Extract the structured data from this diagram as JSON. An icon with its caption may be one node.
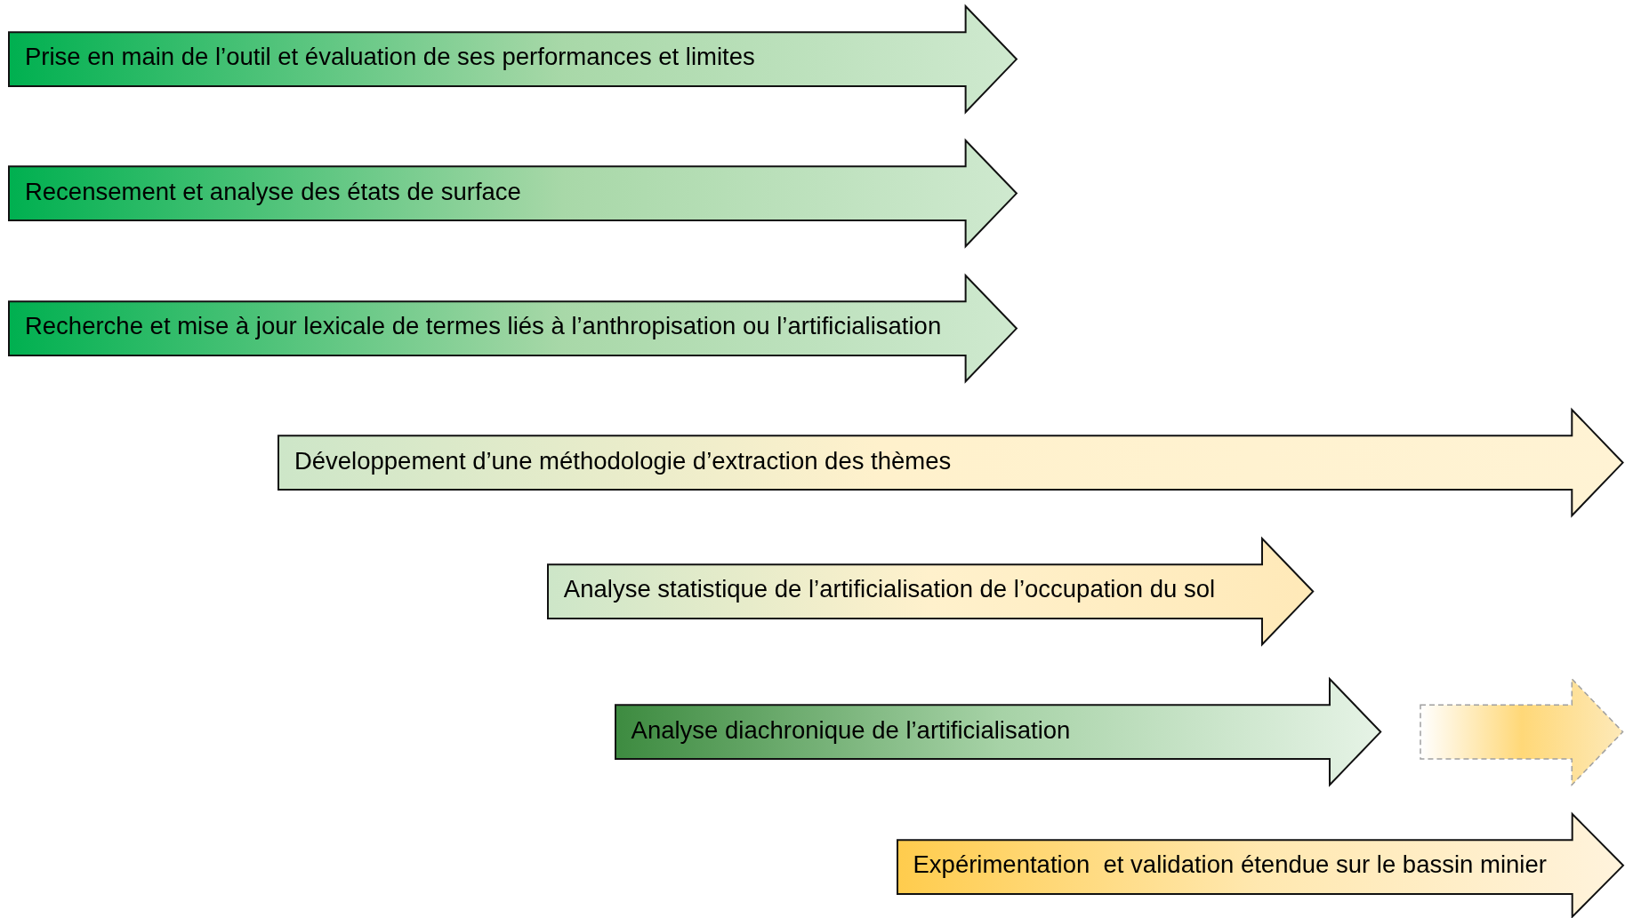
{
  "diagram": {
    "nodes": [
      {
        "text": [
          "Prise en main de l’outil et évaluation de ses performances et limites"
        ]
      },
      {
        "text": [
          "Recensement et analyse des états de surface"
        ]
      },
      {
        "text": [
          "Recherche et mise à jour lexicale de termes liés à l’anthropisation ou l’artificialisation"
        ]
      },
      {
        "text": [
          "Développement d’une méthodologie d’extraction des thèmes"
        ]
      },
      {
        "text": [
          "Analyse statistique de l’artificialisation de l’occupation du sol"
        ]
      },
      {
        "text": [
          "Analyse diachronique de l’artificialisation"
        ]
      },
      {
        "text": [],
        "shape": "arrow"
      },
      {
        "text": [
          "Expérimentation  et validation étendue sur le bassin minier"
        ]
      }
    ]
  }
}
